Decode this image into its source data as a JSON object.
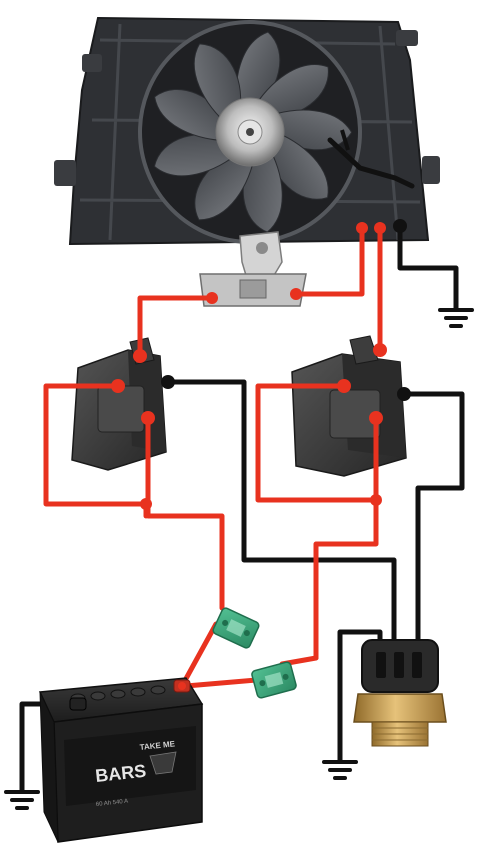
{
  "battery": {
    "brand": "BARS",
    "badge": "TAKE ME",
    "small_print": "60 Ah  540 A"
  },
  "colors": {
    "positive_wire": "#e8321f",
    "negative_wire": "#111111",
    "fuse": "#3aa47a",
    "relay": "#3c3c3c",
    "fan_frame": "#2e3034",
    "sensor_brass": "#c9a25a"
  },
  "icons": [
    "fan-icon",
    "relay-icon",
    "fuse-icon",
    "battery-icon",
    "ground-icon",
    "temperature-sensor-icon"
  ]
}
